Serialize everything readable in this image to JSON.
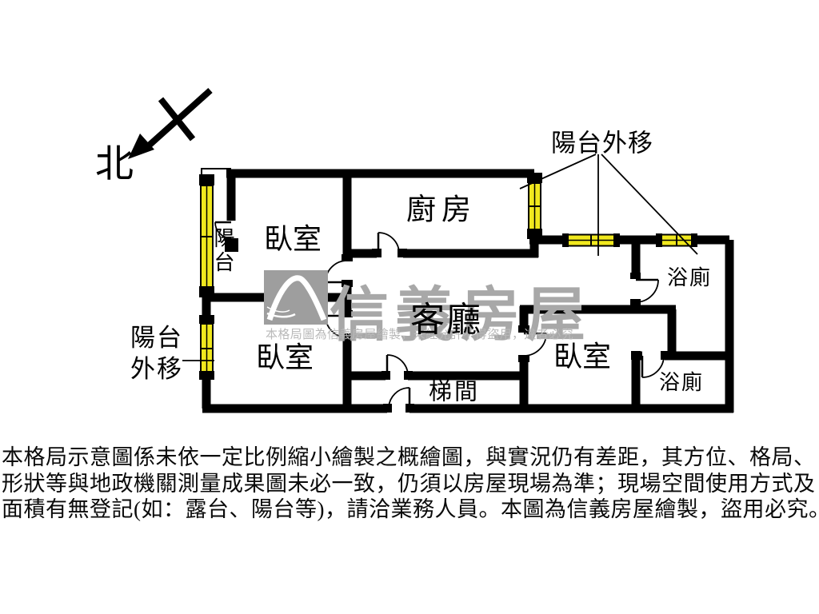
{
  "compass": {
    "north_label": "北"
  },
  "rooms": {
    "balcony": "陽台",
    "bedroom_top_left": "臥室",
    "kitchen": "廚房",
    "living_room": "客廳",
    "bedroom_bottom_left": "臥室",
    "stairwell": "梯間",
    "bedroom_right": "臥室",
    "bathroom_top": "浴廁",
    "bathroom_bottom": "浴廁"
  },
  "annotations": {
    "balcony_moved_top": "陽台外移",
    "balcony_moved_left": "陽台外移"
  },
  "watermark": {
    "brand": "信義房屋",
    "notice": "本格局圖為信義房屋繪製，未經允許不得盜用，違者必究"
  },
  "disclaimer": {
    "lines": [
      "本格局示意圖係未依一定比例縮小繪製之概繪圖，與實況仍有差距，其方位、格局、",
      "形狀等與地政機關測量成果圖未必一致，仍須以房屋現場為準；現場空間使用方式及",
      "面積有無登記(如：露台、陽台等)，請洽業務人員。本圖為信義房屋繪製，盜用必究。"
    ]
  },
  "colors": {
    "wall": "#000000",
    "window_fill": "#f0e81e",
    "watermark_gray": "#a8a8a8",
    "background": "#ffffff"
  }
}
